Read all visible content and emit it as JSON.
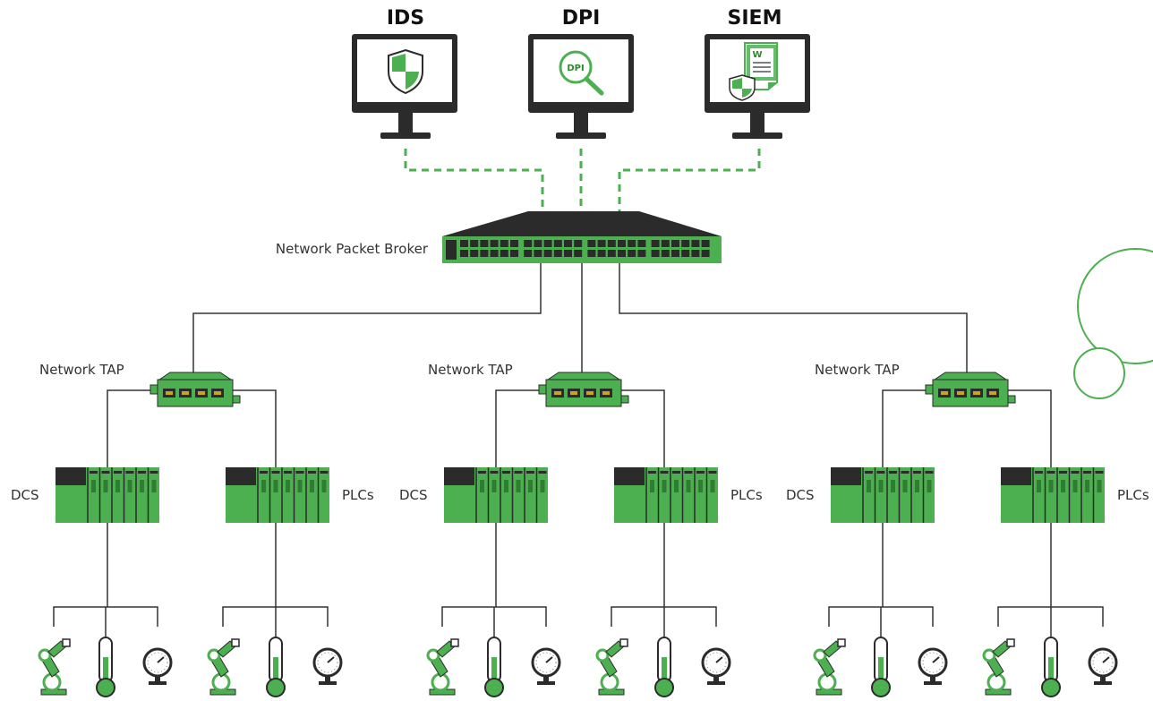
{
  "monitors": [
    {
      "id": "ids",
      "title": "IDS",
      "icon": "shield-icon"
    },
    {
      "id": "dpi",
      "title": "DPI",
      "icon": "magnifier-icon",
      "screen_text": "DPI"
    },
    {
      "id": "siem",
      "title": "SIEM",
      "icon": "document-shield-icon",
      "screen_text": "W"
    }
  ],
  "broker": {
    "label": "Network Packet Broker"
  },
  "segments": [
    {
      "tap_label": "Network TAP",
      "left_controller": "DCS",
      "right_controller": "PLCs"
    },
    {
      "tap_label": "Network TAP",
      "left_controller": "DCS",
      "right_controller": "PLCs"
    },
    {
      "tap_label": "Network TAP",
      "left_controller": "DCS",
      "right_controller": "PLCs"
    }
  ],
  "field_devices": [
    "robot-arm-icon",
    "thermometer-icon",
    "gauge-icon"
  ],
  "colors": {
    "green": "#4caf50",
    "dark_green": "#2a8a2a",
    "dark": "#2b2b2b",
    "line": "#333333"
  }
}
